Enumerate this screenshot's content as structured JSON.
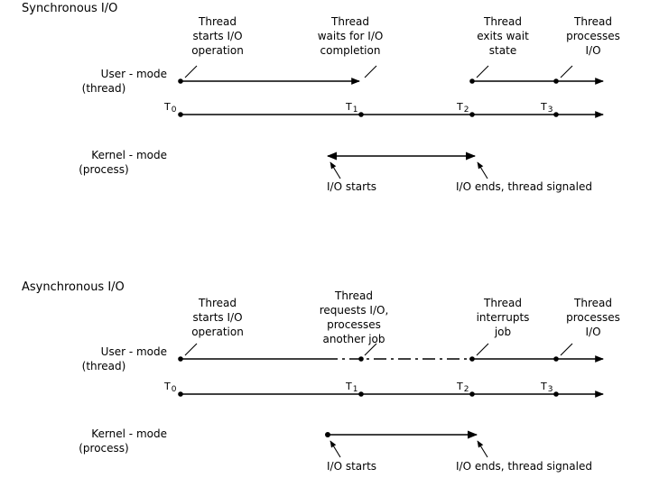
{
  "diagram": {
    "title_sync": "Synchronous I/O",
    "title_async": "Asynchronous I/O",
    "user_mode_line1": "User - mode",
    "user_mode_line2": "(thread)",
    "kernel_mode_line1": "Kernel - mode",
    "kernel_mode_line2": "(process)",
    "stroke_color": "#000000",
    "background_color": "#ffffff"
  },
  "sync": {
    "callouts": [
      "Thread starts I/O operation",
      "Thread waits for I/O completion",
      "Thread exits wait state",
      "Thread processes I/O"
    ],
    "callout_lines": {
      "c0": [
        "Thread",
        "starts I/O",
        "operation"
      ],
      "c1": [
        "Thread",
        "waits for I/O",
        "completion"
      ],
      "c2": [
        "Thread",
        "exits wait",
        "state"
      ],
      "c3": [
        "Thread",
        "processes",
        "I/O"
      ]
    },
    "ticks": [
      {
        "label": "T",
        "sub": "0"
      },
      {
        "label": "T",
        "sub": "1"
      },
      {
        "label": "T",
        "sub": "2"
      },
      {
        "label": "T",
        "sub": "3"
      }
    ],
    "kernel_notes": [
      "I/O starts",
      "I/O ends, thread signaled"
    ]
  },
  "async": {
    "callouts": [
      "Thread starts I/O operation",
      "Thread requests I/O, processes another job",
      "Thread interrupts job",
      "Thread processes I/O"
    ],
    "callout_lines": {
      "c0": [
        "Thread",
        "starts I/O",
        "operation"
      ],
      "c1": [
        "Thread",
        "requests I/O,",
        "processes",
        "another job"
      ],
      "c2": [
        "Thread",
        "interrupts",
        "job"
      ],
      "c3": [
        "Thread",
        "processes",
        "I/O"
      ]
    },
    "ticks": [
      {
        "label": "T",
        "sub": "0"
      },
      {
        "label": "T",
        "sub": "1"
      },
      {
        "label": "T",
        "sub": "2"
      },
      {
        "label": "T",
        "sub": "3"
      }
    ],
    "kernel_notes": [
      "I/O starts",
      "I/O ends, thread signaled"
    ]
  }
}
